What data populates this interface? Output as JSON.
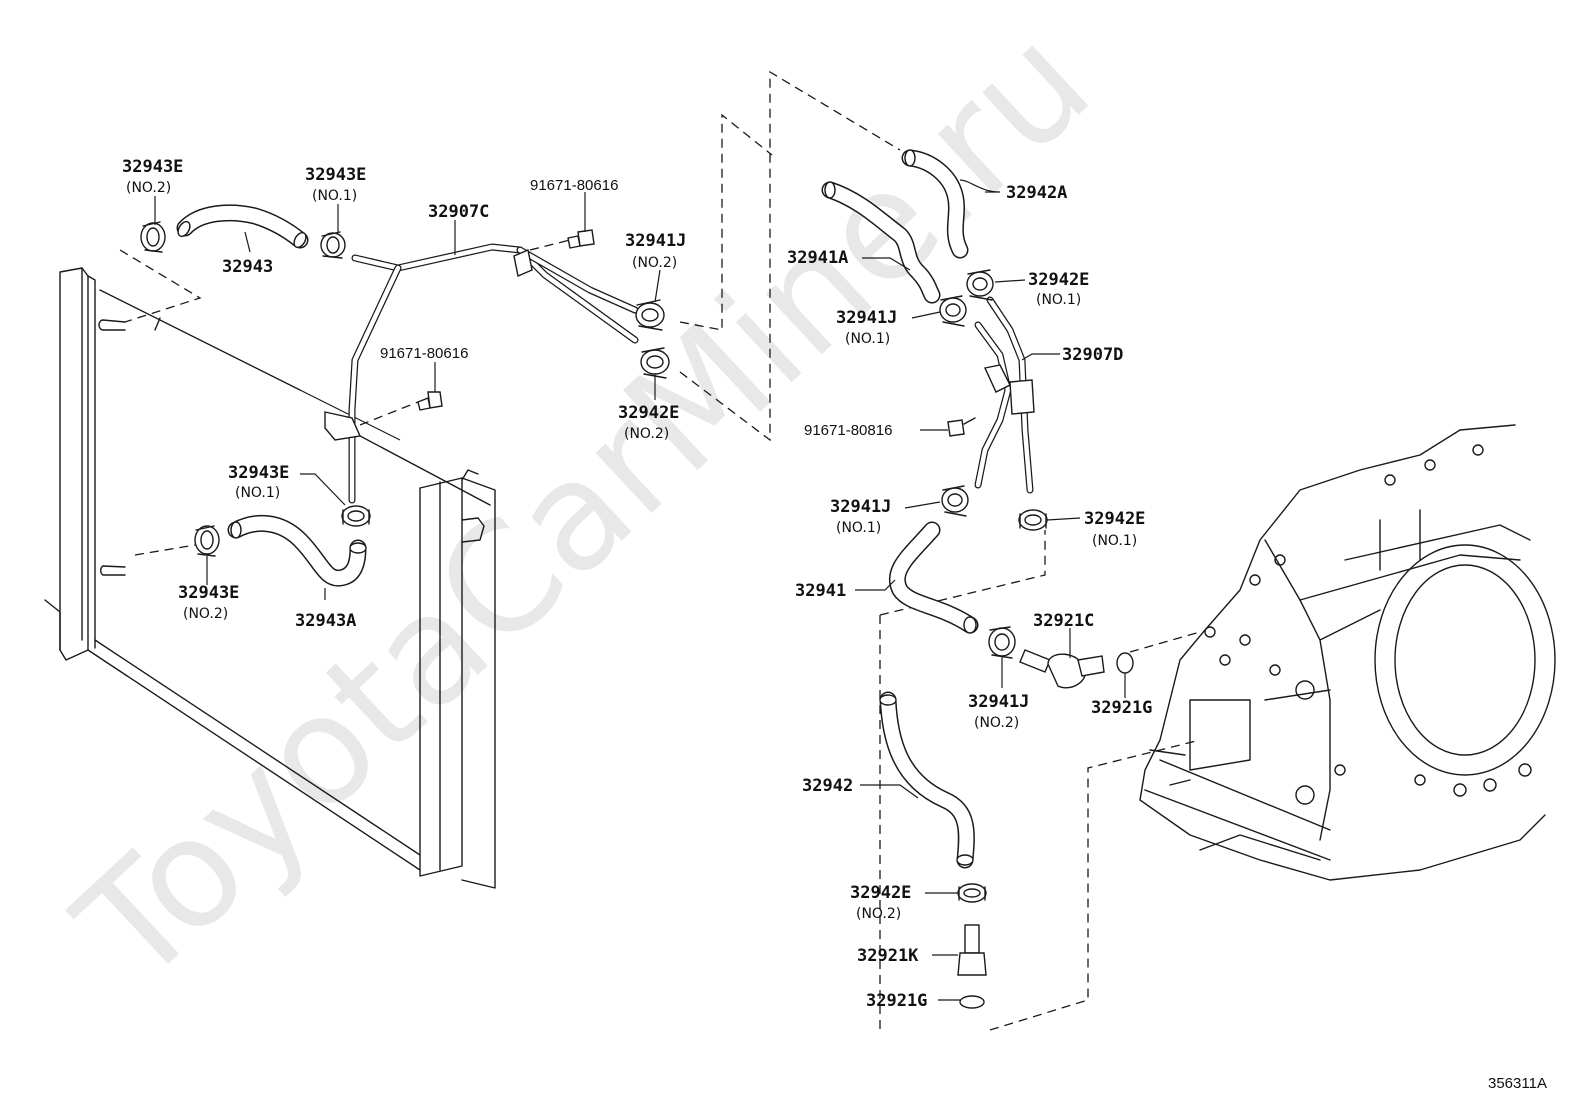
{
  "watermark": "ToyotaCarMine.ru",
  "figure_code": "356311A",
  "labels": {
    "p32943E_no2_top": "32943E",
    "p32943E_no2_top_sub": "(NO.2)",
    "p32943E_no1_top": "32943E",
    "p32943E_no1_top_sub": "(NO.1)",
    "p32943": "32943",
    "p32907C": "32907C",
    "p91671_a": "91671-80616",
    "p91671_b": "91671-80616",
    "p32941J_no2_top": "32941J",
    "p32941J_no2_top_sub": "(NO.2)",
    "p32942E_no2_mid": "32942E",
    "p32942E_no2_mid_sub": "(NO.2)",
    "p32943E_no1_mid": "32943E",
    "p32943E_no1_mid_sub": "(NO.1)",
    "p32943E_no2_bot": "32943E",
    "p32943E_no2_bot_sub": "(NO.2)",
    "p32943A": "32943A",
    "p32942A": "32942A",
    "p32941A": "32941A",
    "p32942E_no1_top": "32942E",
    "p32942E_no1_top_sub": "(NO.1)",
    "p32941J_no1_top": "32941J",
    "p32941J_no1_top_sub": "(NO.1)",
    "p32907D": "32907D",
    "p91671_80816": "91671-80816",
    "p32941J_no1_mid": "32941J",
    "p32941J_no1_mid_sub": "(NO.1)",
    "p32942E_no1_mid": "32942E",
    "p32942E_no1_mid_sub": "(NO.1)",
    "p32941": "32941",
    "p32921C": "32921C",
    "p32941J_no2_bot": "32941J",
    "p32941J_no2_bot_sub": "(NO.2)",
    "p32921G_a": "32921G",
    "p32942": "32942",
    "p32942E_no2_bot": "32942E",
    "p32942E_no2_bot_sub": "(NO.2)",
    "p32921K": "32921K",
    "p32921G_b": "32921G"
  }
}
